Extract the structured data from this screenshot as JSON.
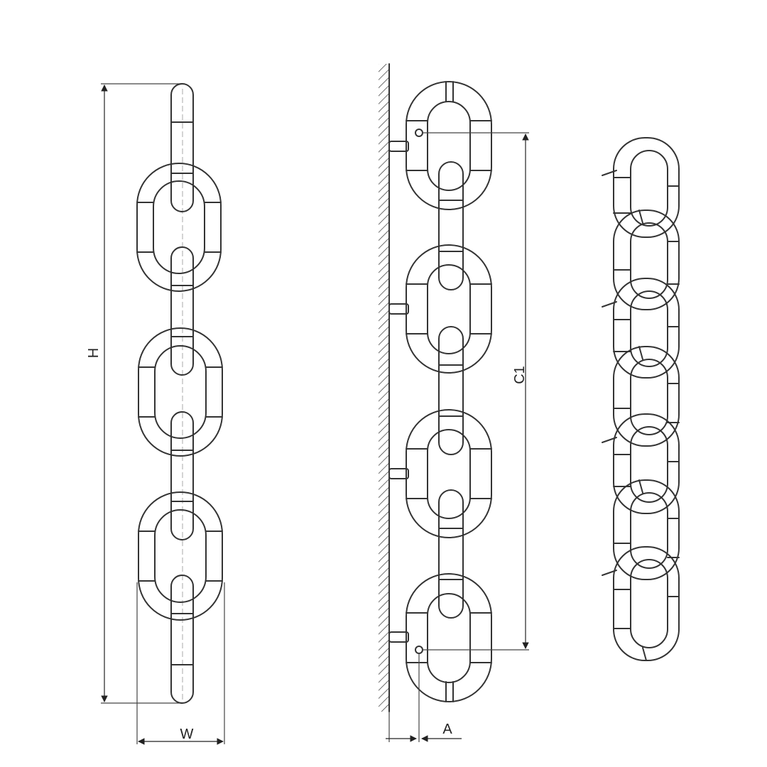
{
  "labels": {
    "height": "H",
    "width": "W",
    "pitch": "C1",
    "offset": "A"
  },
  "colors": {
    "stroke": "#333333",
    "background": "#ffffff"
  }
}
